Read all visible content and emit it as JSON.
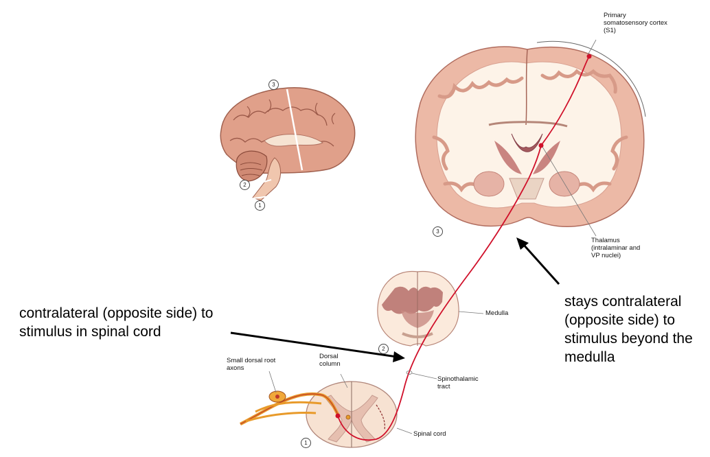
{
  "labels": {
    "primary_s1": "Primary somatosensory cortex (S1)",
    "thalamus": "Thalamus (intralaminar and VP nuclei)",
    "medulla": "Medulla",
    "spinothalamic_tract": "Spinothalamic tract",
    "spinal_cord": "Spinal cord",
    "dorsal_column": "Dorsal column",
    "small_dorsal_root_axons": "Small dorsal root axons"
  },
  "section_numbers": {
    "one": "1",
    "two": "2",
    "three": "3"
  },
  "callouts": {
    "spinal_cord_note": "contralateral (opposite side) to stimulus in spinal cord",
    "beyond_medulla_note": "stays contralateral (opposite side) to stimulus beyond the medulla"
  },
  "colors": {
    "tissue_pink": "#e8b4a2",
    "tissue_dark": "#b86a66",
    "white_matter": "#fdf3e8",
    "pathway_red": "#d0102a",
    "nerve_orange": "#e89a2a"
  }
}
